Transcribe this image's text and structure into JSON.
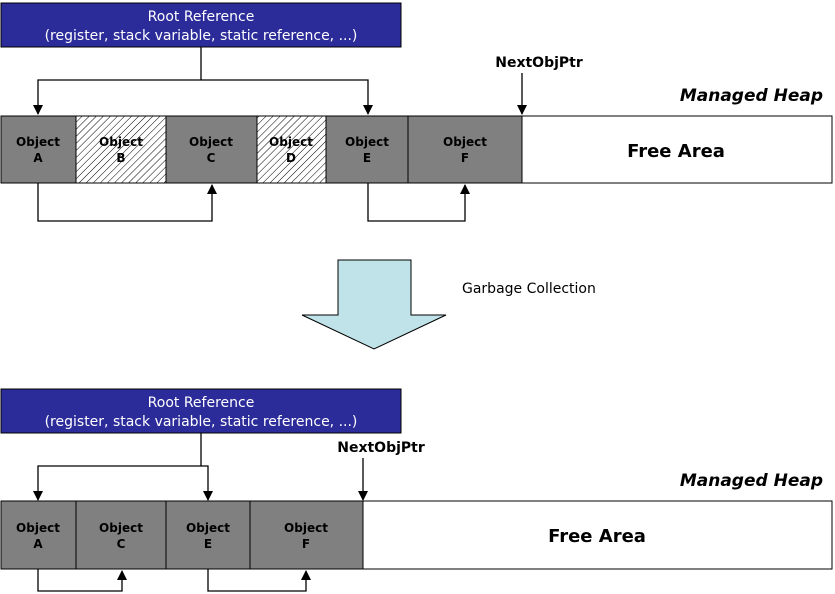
{
  "before": {
    "root": {
      "title": "Root Reference",
      "subtitle": "(register, stack variable, static reference, ...)"
    },
    "next_ptr": "NextObjPtr",
    "heap_label": "Managed Heap",
    "free_area": "Free Area",
    "objects": [
      {
        "word": "Object",
        "letter": "A",
        "state": "live"
      },
      {
        "word": "Object",
        "letter": "B",
        "state": "garbage"
      },
      {
        "word": "Object",
        "letter": "C",
        "state": "live"
      },
      {
        "word": "Object",
        "letter": "D",
        "state": "garbage"
      },
      {
        "word": "Object",
        "letter": "E",
        "state": "live"
      },
      {
        "word": "Object",
        "letter": "F",
        "state": "live"
      }
    ]
  },
  "transition": {
    "label": "Garbage Collection"
  },
  "after": {
    "root": {
      "title": "Root Reference",
      "subtitle": "(register, stack variable, static reference, ...)"
    },
    "next_ptr": "NextObjPtr",
    "heap_label": "Managed Heap",
    "free_area": "Free Area",
    "objects": [
      {
        "word": "Object",
        "letter": "A",
        "state": "live"
      },
      {
        "word": "Object",
        "letter": "C",
        "state": "live"
      },
      {
        "word": "Object",
        "letter": "E",
        "state": "live"
      },
      {
        "word": "Object",
        "letter": "F",
        "state": "live"
      }
    ]
  },
  "colors": {
    "root_box": "#2b2b9a",
    "live_object": "#808080",
    "arrow_fill": "#bfe3e8"
  }
}
